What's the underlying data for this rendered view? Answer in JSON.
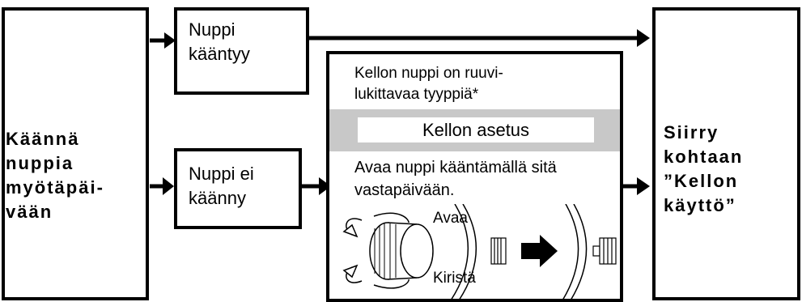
{
  "left_box": {
    "lines": [
      "Käännä",
      "nuppia",
      "myötäpäi-",
      "vään"
    ]
  },
  "turns_box": {
    "lines": [
      "Nuppi",
      "kääntyy"
    ]
  },
  "not_turns_box": {
    "lines": [
      "Nuppi ei",
      "käänny"
    ]
  },
  "center_box": {
    "note_lines": [
      "Kellon nuppi on ruuvi-",
      "lukittavaa  tyyppiä*"
    ],
    "band_title": "Kellon asetus",
    "instruction_lines": [
      "Avaa nuppi kääntämällä sitä",
      "vastapäivään."
    ],
    "open_label": "Avaa",
    "tighten_label": "Kiristä"
  },
  "right_box": {
    "lines": [
      "Siirry",
      "kohtaan",
      "”Kellon",
      "käyttö”"
    ]
  }
}
